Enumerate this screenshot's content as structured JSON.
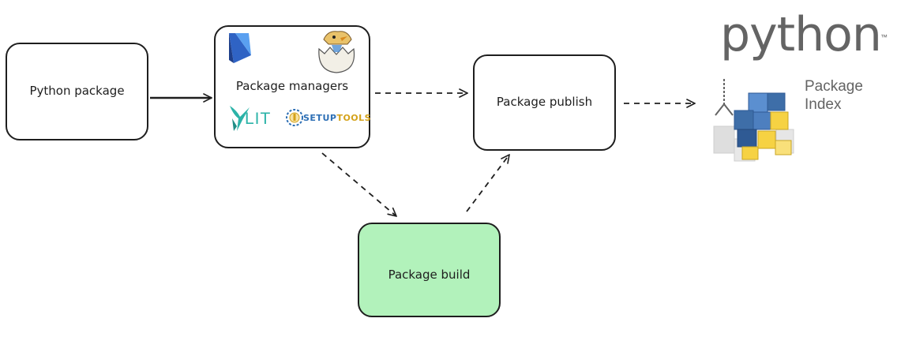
{
  "diagram": {
    "nodes": {
      "python_package": {
        "label": "Python package"
      },
      "package_managers": {
        "label": "Package managers"
      },
      "package_publish": {
        "label": "Package publish"
      },
      "package_build": {
        "label": "Package build",
        "fill": "#b2f2bb"
      }
    },
    "edges": [
      {
        "from": "Python package",
        "to": "Package managers",
        "style": "solid"
      },
      {
        "from": "Package managers",
        "to": "Package publish",
        "style": "dashed"
      },
      {
        "from": "Package managers",
        "to": "Package build",
        "style": "dashed"
      },
      {
        "from": "Package build",
        "to": "Package publish",
        "style": "dashed"
      },
      {
        "from": "Package publish",
        "to": "PyPI",
        "style": "dashed"
      }
    ]
  },
  "logos": {
    "flit": {
      "icon": "hummingbird-icon",
      "text": "LIT",
      "color": "#2bb3a8"
    },
    "setuptools": {
      "icon": "gear-icon",
      "text_main": "SETUP",
      "text_accent": "TOOLS",
      "color": "#2d6fb5",
      "accent": "#d4a21a"
    },
    "pdm": {
      "icon": "pdm-logo-icon",
      "color": "#3a7bd5"
    },
    "poetry": {
      "icon": "hatching-chick-icon"
    },
    "pypi": {
      "word": "python",
      "tm": "™",
      "subtitle_line1": "Package",
      "subtitle_line2": "Index",
      "colors": {
        "blue": "#3e6ea8",
        "yellow": "#f6d243",
        "gray": "#646464"
      }
    }
  }
}
